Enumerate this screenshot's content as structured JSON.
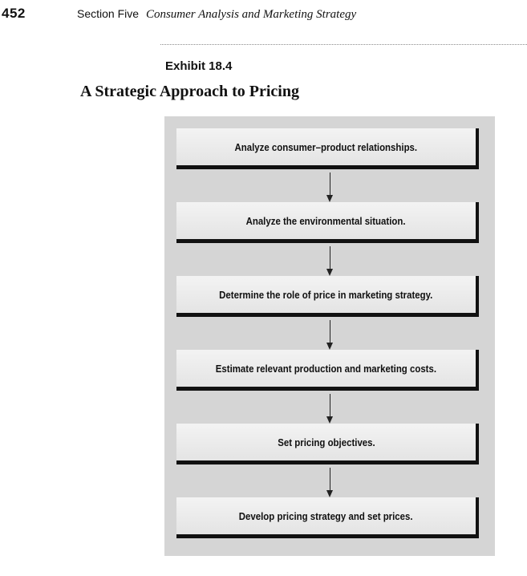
{
  "header": {
    "page_number": "452",
    "section_label": "Section Five",
    "section_title": "Consumer Analysis and Marketing Strategy"
  },
  "exhibit": {
    "label": "Exhibit 18.4",
    "title": "A Strategic Approach to Pricing"
  },
  "diagram": {
    "steps": [
      "Analyze consumer–product relationships.",
      "Analyze the environmental situation.",
      "Determine the role of price in marketing strategy.",
      "Estimate relevant production and marketing costs.",
      "Set pricing objectives.",
      "Develop pricing strategy and set prices."
    ]
  },
  "colors": {
    "panel_background": "#d5d5d5",
    "box_fill": "#ececec",
    "box_shadow": "#111111"
  }
}
